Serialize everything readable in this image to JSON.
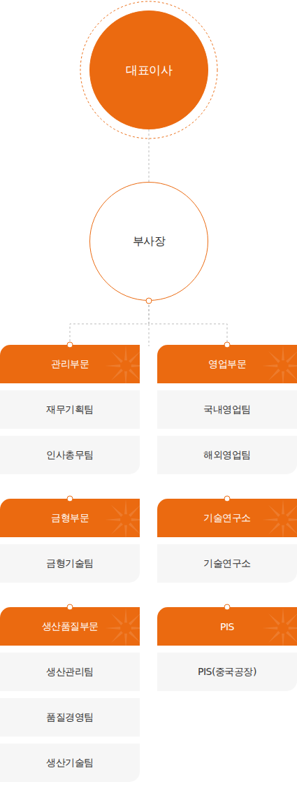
{
  "diagram": {
    "nodes": [
      {
        "text": [
          "대표이사"
        ]
      },
      {
        "text": [
          "부사장"
        ]
      },
      {
        "text": [
          "관리부문"
        ]
      },
      {
        "text": [
          "영업부문"
        ]
      },
      {
        "text": [
          "재무기획팀"
        ]
      },
      {
        "text": [
          "국내영업팀"
        ]
      },
      {
        "text": [
          "인사총무팀"
        ]
      },
      {
        "text": [
          "해외영업팀"
        ]
      },
      {
        "text": [
          "금형부문"
        ]
      },
      {
        "text": [
          "기술연구소"
        ]
      },
      {
        "text": [
          "금형기술팀"
        ]
      },
      {
        "text": [
          "기술연구소"
        ]
      },
      {
        "text": [
          "생산품질부문"
        ]
      },
      {
        "text": [
          "PIS"
        ]
      },
      {
        "text": [
          "생산관리팀"
        ]
      },
      {
        "text": [
          "PIS(중국공장)"
        ]
      },
      {
        "text": [
          "품질경영팀"
        ]
      },
      {
        "text": [
          "생산기술팀"
        ]
      }
    ],
    "edges": [
      {
        "from": 0,
        "to": 1,
        "arrow": "none"
      },
      {
        "from": 1,
        "to": 2,
        "arrow": "none"
      },
      {
        "from": 1,
        "to": 3,
        "arrow": "none"
      }
    ]
  }
}
